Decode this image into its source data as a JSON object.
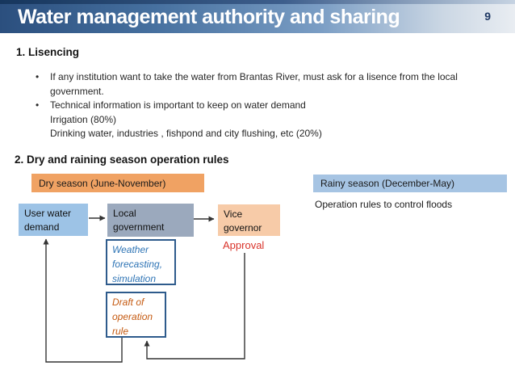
{
  "slide": {
    "title": "Water management authority and sharing",
    "page_number": "9"
  },
  "section1": {
    "heading": "1. Lisencing",
    "bullet_char": "•",
    "bullets": [
      "If any institution want to take the water from Brantas River, must ask for a lisence from the local government.",
      "Technical information is important to keep on water demand"
    ],
    "sub_lines": [
      "Irrigation (80%)",
      "Drinking water, industries , fishpond and city flushing, etc (20%)"
    ]
  },
  "section2": {
    "heading": "2. Dry and raining season operation rules",
    "dry_season_label": "Dry season (June-November)",
    "rainy_season_label": "Rainy season (December-May)",
    "rainy_note": "Operation rules to control floods"
  },
  "flowchart": {
    "user_water_demand": "User water demand",
    "local_government": "Local government",
    "vice_governor": "Vice governor",
    "approval": "Approval",
    "weather_box": "Weather forecasting, simulation",
    "draft_box": "Draft of operation rule"
  },
  "colors": {
    "header_strip_dark": "#16365D",
    "header_left": "#2B4F7E",
    "header_right": "#E9EDF2",
    "page_number": "#1F3864",
    "text": "#262626",
    "dry_season_fill": "#F0A263",
    "rainy_season_fill": "#A6C4E3",
    "user_box_fill": "#9DC3E6",
    "gov_box_fill": "#9BA9BD",
    "vice_box_fill": "#F7CBA8",
    "approval_red": "#D9342B",
    "box_border": "#2E5B8C",
    "weather_text": "#2E74B5",
    "draft_text": "#C55A11",
    "connector": "#333333"
  }
}
